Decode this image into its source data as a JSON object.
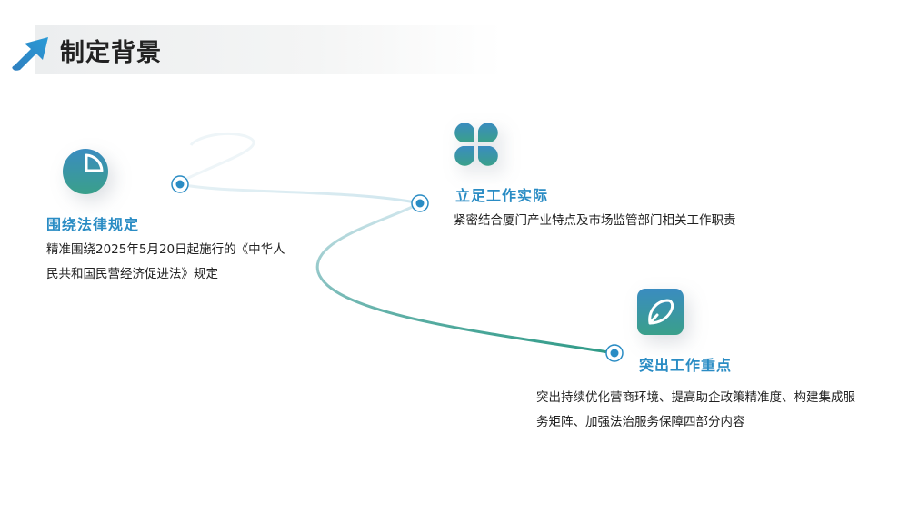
{
  "page": {
    "title": "制定背景"
  },
  "colors": {
    "accent_blue": "#2a8cc4",
    "teal": "#3a9e8e",
    "curve_light": "#cfe6ee"
  },
  "sections": [
    {
      "icon": "pie-chart-icon",
      "title": "围绕法律规定",
      "desc_line1": "精准围绕2025年5月20日起施行的《中华人",
      "desc_line2": "民共和国民营经济促进法》规定"
    },
    {
      "icon": "four-petal-icon",
      "title": "立足工作实际",
      "desc_line1": "紧密结合厦门产业特点及市场监管部门相关工作职责"
    },
    {
      "icon": "leaf-icon",
      "title": "突出工作重点",
      "desc_line1": "突出持续优化营商环境、提高助企政策精准度、构建集成服",
      "desc_line2": "务矩阵、加强法治服务保障四部分内容"
    }
  ]
}
